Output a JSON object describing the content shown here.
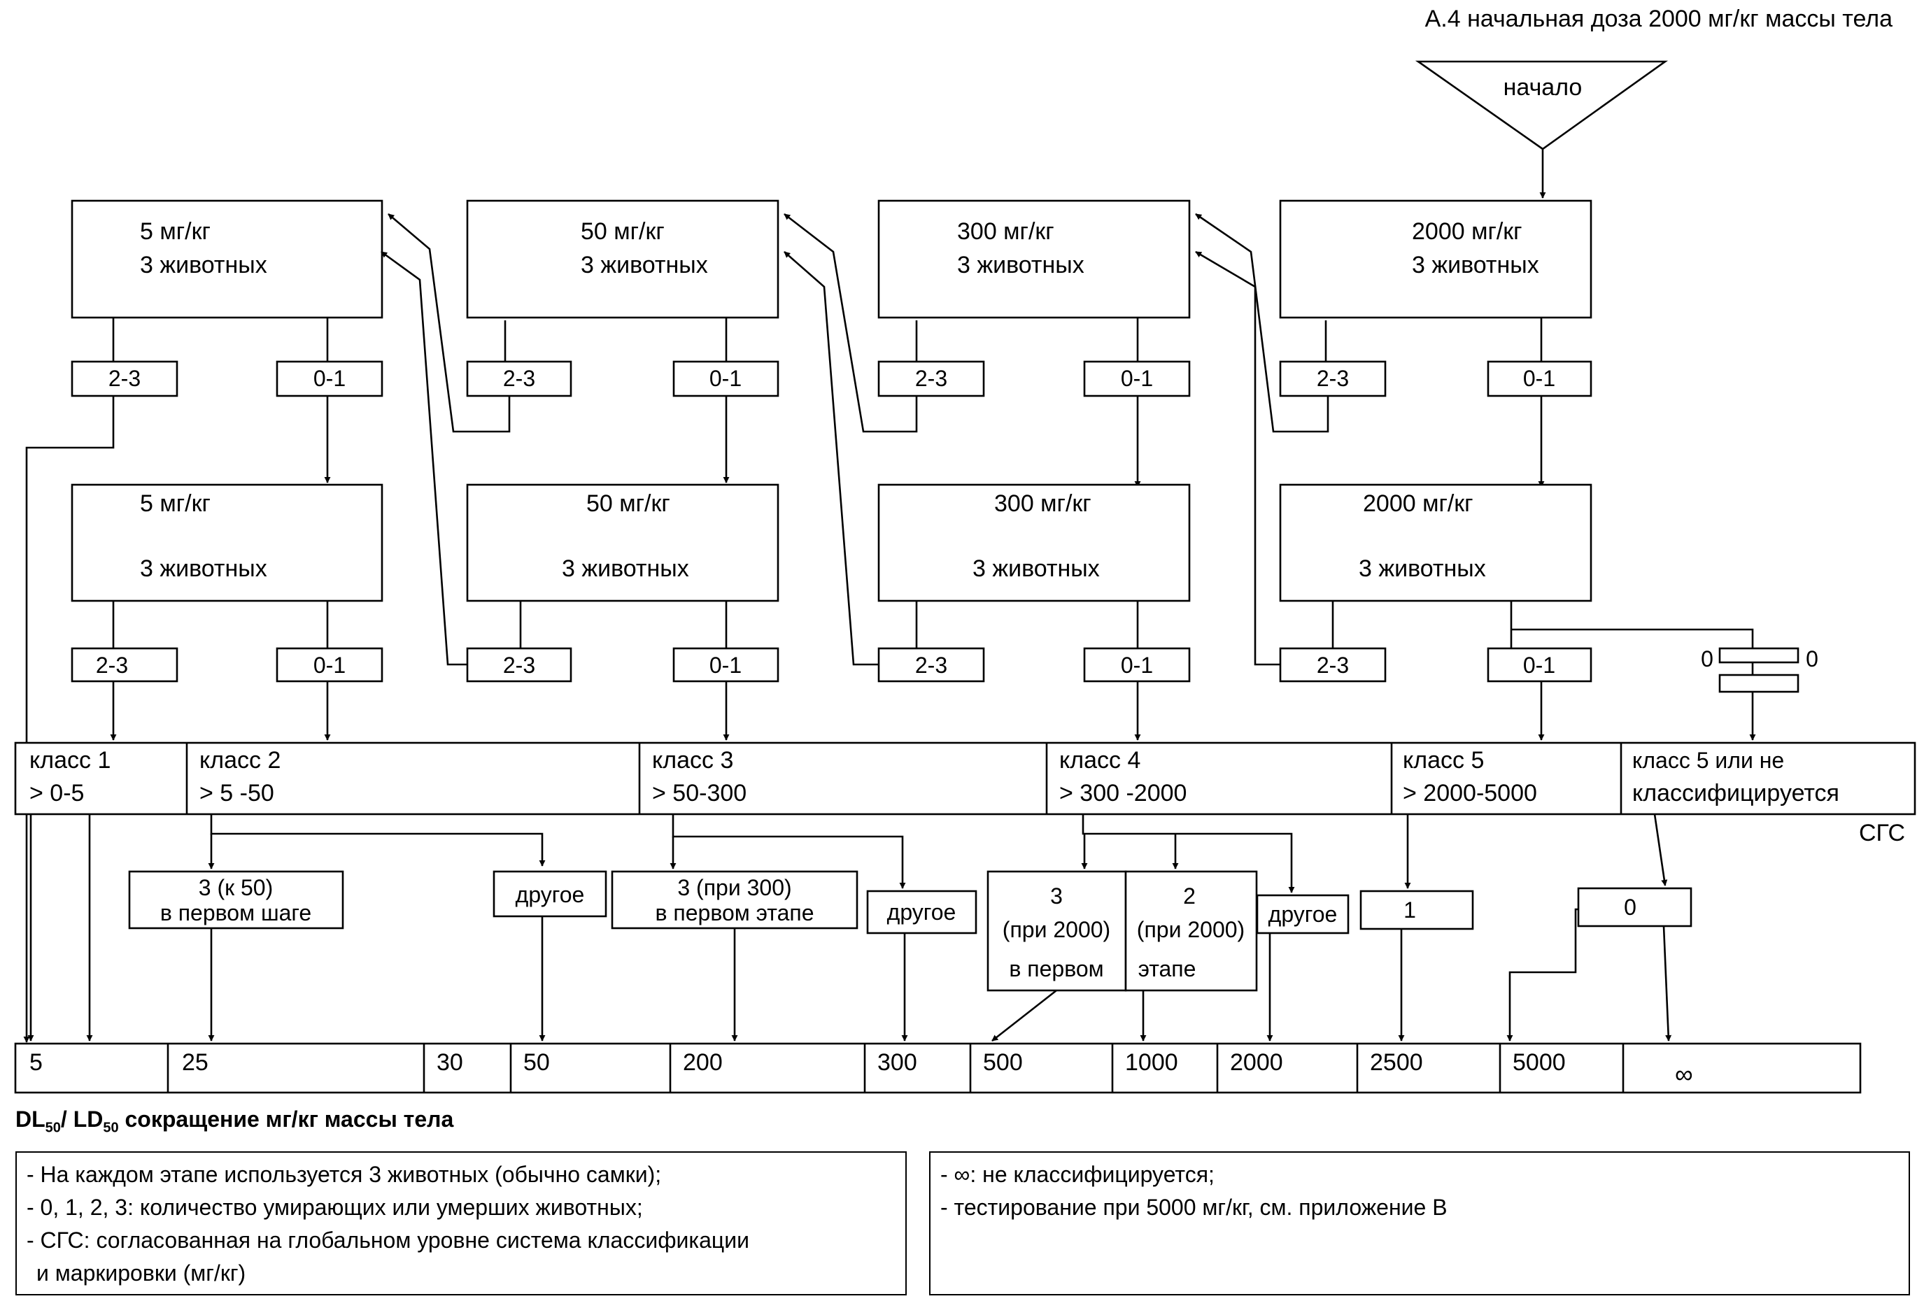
{
  "title": "A.4 начальная доза 2000 мг/кг массы тела",
  "start_label": "начало",
  "rows": {
    "top": [
      {
        "dose": "5 мг/кг",
        "animals": "3 животных",
        "left_label": "2-3",
        "right_label": "0-1"
      },
      {
        "dose": "50 мг/кг",
        "animals": "3 животных",
        "left_label": "2-3",
        "right_label": "0-1"
      },
      {
        "dose": "300 мг/кг",
        "animals": "3 животных",
        "left_label": "2-3",
        "right_label": "0-1"
      },
      {
        "dose": "2000 мг/кг",
        "animals": "3 животных",
        "left_label": "2-3",
        "right_label": "0-1"
      }
    ],
    "bottom": [
      {
        "dose": "5 мг/кг",
        "animals": "3 животных",
        "left_label": "2-3",
        "right_label": "0-1"
      },
      {
        "dose": "50 мг/кг",
        "animals": "3 животных",
        "left_label": "2-3",
        "right_label": "0-1"
      },
      {
        "dose": "300 мг/кг",
        "animals": "3 животных",
        "left_label": "2-3",
        "right_label": "0-1"
      },
      {
        "dose": "2000 мг/кг",
        "animals": "3 животных",
        "left_label": "2-3",
        "right_label": "0-1"
      }
    ]
  },
  "zero_branch": {
    "left": "0",
    "right": "0"
  },
  "classes": [
    {
      "name": "класс 1",
      "range": "> 0-5"
    },
    {
      "name": "класс 2",
      "range": "> 5 -50"
    },
    {
      "name": "класс 3",
      "range": "> 50-300"
    },
    {
      "name": "класс 4",
      "range": "> 300 -2000"
    },
    {
      "name": "класс 5",
      "range": "> 2000-5000"
    },
    {
      "name": "класс 5 или не",
      "range": "классифицируется"
    }
  ],
  "ghs_label": "СГС",
  "outcomes": {
    "c2_first": {
      "line1": "3 (к 50)",
      "line2": "в первом шаге"
    },
    "c2_other": "другое",
    "c3_first": {
      "line1": "3 (при 300)",
      "line2": "в первом этапе"
    },
    "c3_other": "другое",
    "c4_three": {
      "line1": "3",
      "line2": "(при 2000)",
      "line3": "в первом"
    },
    "c4_two": {
      "line1": "2",
      "line2": "(при 2000)",
      "line3": "этапе"
    },
    "c4_other": "другое",
    "c5_one": "1",
    "c6_zero": "0"
  },
  "scale": [
    "5",
    "25",
    "30",
    "50",
    "200",
    "300",
    "500",
    "1000",
    "2000",
    "2500",
    "5000",
    "∞"
  ],
  "caption": {
    "main": "DL",
    "sub": "50",
    "sep": "/ LD",
    "sub2": "50",
    "rest": " сокращение мг/кг массы тела"
  },
  "notes_left": [
    "- На каждом этапе используется 3 животных (обычно самки);",
    "- 0, 1, 2, 3: количество умирающих или умерших животных;",
    "- СГС: согласованная на глобальном уровне система классификации",
    "и маркировки (мг/кг)"
  ],
  "notes_right": [
    "- ∞: не классифицируется;",
    "- тестирование при 5000 мг/кг, см. приложение В"
  ]
}
